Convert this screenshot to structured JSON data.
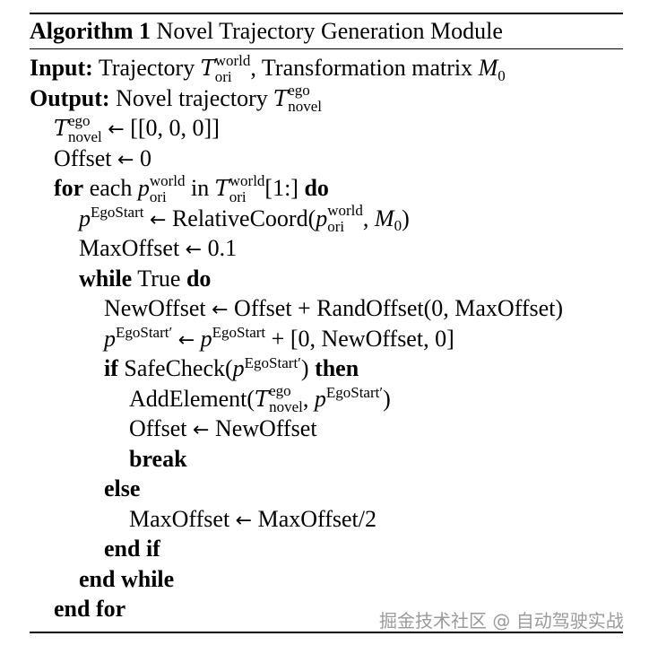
{
  "algorithm": {
    "label": "Algorithm 1",
    "title": "Novel Trajectory Generation Module"
  },
  "symbols": {
    "traj": "T",
    "world": "world",
    "ori": "ori",
    "ego": "ego",
    "novel": "novel",
    "p": "p",
    "ego_start": "EgoStart",
    "ego_start_prime": "EgoStart′",
    "m": "M",
    "zero": "0",
    "arrow": "←"
  },
  "lines": {
    "input_kw": "Input:",
    "input_text_a": "Trajectory",
    "input_text_b": ", Transformation matrix",
    "output_kw": "Output:",
    "output_text": "Novel trajectory",
    "l1_rhs": "[[0, 0, 0]]",
    "l2_lhs": "Offset",
    "l2_rhs": "0",
    "l3_for": "for",
    "l3_each": "each",
    "l3_in": "in",
    "l3_slice": "[1:]",
    "l3_do": "do",
    "l4_fn": "RelativeCoord(",
    "l4_sep": ",",
    "l4_close": ")",
    "l5_lhs": "MaxOffset",
    "l5_rhs": "0.1",
    "l6_while": "while",
    "l6_true": "True",
    "l6_do": "do",
    "l7_lhs": "NewOffset",
    "l7_rhs": "Offset + RandOffset(0, MaxOffset)",
    "l8_rhs": "+ [0, NewOffset, 0]",
    "l9_if": "if",
    "l9_fn": "SafeCheck(",
    "l9_close": ")",
    "l9_then": "then",
    "l10_fn": "AddElement(",
    "l10_sep": ",",
    "l10_close": ")",
    "l11_lhs": "Offset",
    "l11_rhs": "NewOffset",
    "l12_break": "break",
    "l13_else": "else",
    "l14_lhs": "MaxOffset",
    "l14_rhs": "MaxOffset/2",
    "l15_endif": "end if",
    "l16_endwhile": "end while",
    "l17_endfor": "end for"
  },
  "watermark": "掘金技术社区 @ 自动驾驶实战"
}
